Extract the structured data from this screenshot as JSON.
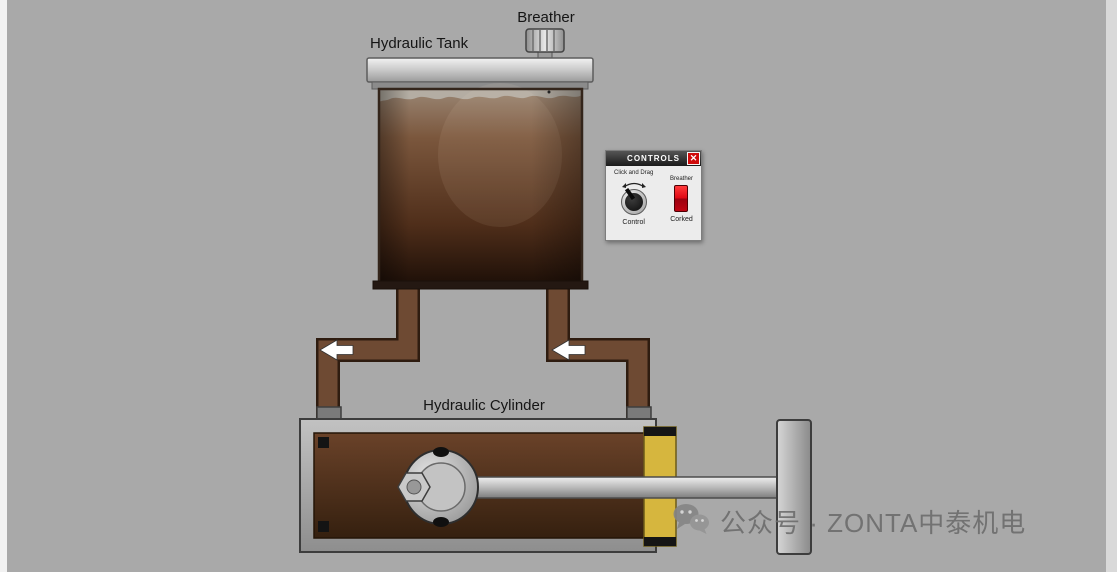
{
  "canvas": {
    "bg_color": "#a9a9a9"
  },
  "diagram": {
    "labels": {
      "breather": "Breather",
      "tank": "Hydraulic Tank",
      "cylinder": "Hydraulic Cylinder"
    },
    "icons": {
      "flow_arrows": [
        "flow-arrow-left",
        "flow-arrow-left"
      ]
    },
    "colors": {
      "oil_brown": "#5e3a24",
      "pipe_brown": "#6e4a33",
      "metal_gray": "#b0b0b0",
      "gland_yellow": "#d6b63e"
    }
  },
  "controls_panel": {
    "title": "CONTROLS",
    "close_icon": "✕",
    "knob": {
      "hint": "Click and Drag",
      "label": "Control"
    },
    "breather_switch": {
      "label": "Breather",
      "state": "Corked",
      "color": "#e00814"
    }
  },
  "watermark": {
    "icon": "wechat-icon",
    "text": "公众号 · ZONTA中泰机电"
  }
}
